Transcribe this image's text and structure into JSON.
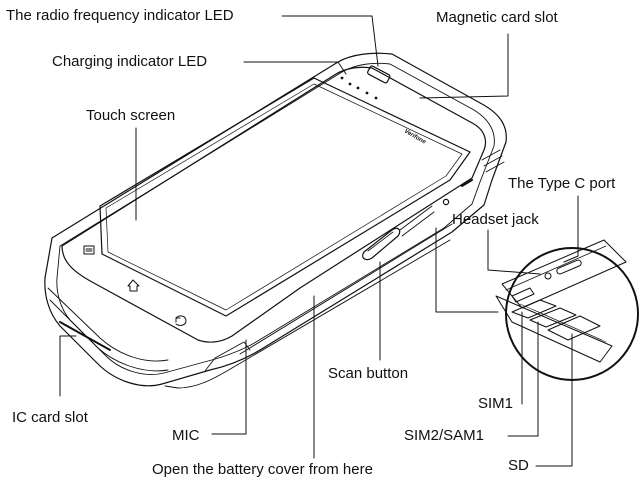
{
  "labels": {
    "rf_led": "The radio frequency indicator LED",
    "mag_slot": "Magnetic card slot",
    "charging_led": "Charging indicator LED",
    "touch_screen": "Touch screen",
    "type_c": "The Type C port",
    "headset": "Headset jack",
    "scan_button": "Scan button",
    "sim1": "SIM1",
    "ic_card": "IC card slot",
    "mic": "MIC",
    "sim2": "SIM2/SAM1",
    "sd": "SD",
    "battery_cover": "Open the battery cover from here"
  },
  "device": {
    "brand": "Verifone"
  },
  "colors": {
    "ink": "#111111",
    "background": "#ffffff"
  },
  "icons": [
    "menu-icon",
    "home-icon",
    "back-icon"
  ]
}
